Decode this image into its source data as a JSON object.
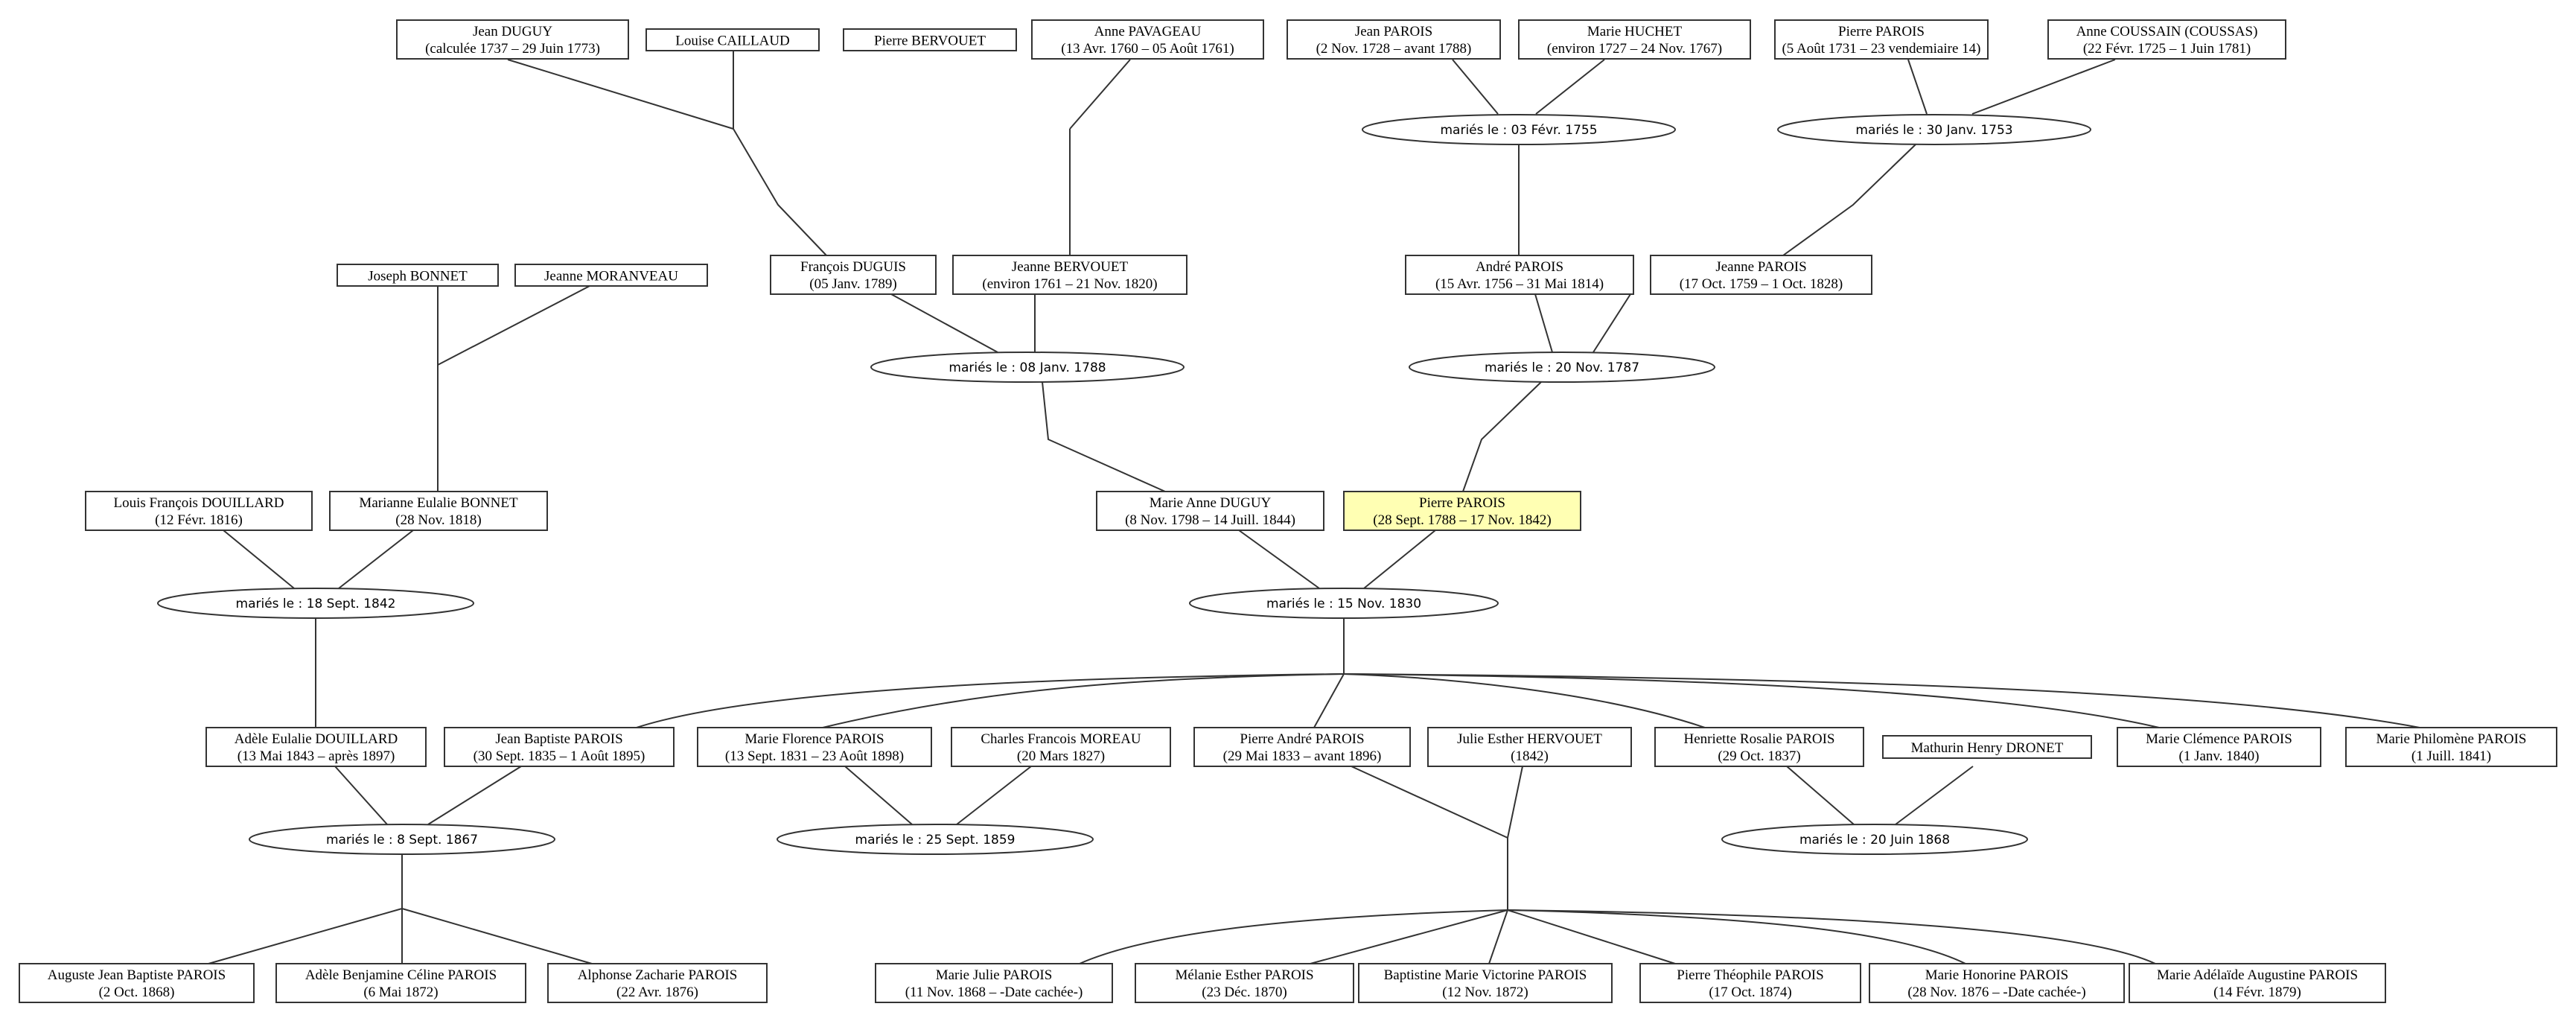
{
  "highlight_color": "#ffffb3",
  "people": {
    "jean_duguy": {
      "name": "Jean DUGUY",
      "dates": "(calculée 1737 – 29 Juin 1773)"
    },
    "louise_caillaud": {
      "name": "Louise CAILLAUD",
      "dates": ""
    },
    "pierre_bervouet": {
      "name": "Pierre BERVOUET",
      "dates": ""
    },
    "anne_pavageau": {
      "name": "Anne PAVAGEAU",
      "dates": "(13 Avr. 1760 – 05 Août 1761)"
    },
    "jean_parois": {
      "name": "Jean PAROIS",
      "dates": "(2 Nov. 1728 – avant 1788)"
    },
    "marie_huchet": {
      "name": "Marie HUCHET",
      "dates": "(environ 1727 – 24 Nov. 1767)"
    },
    "pierre_parois_1731": {
      "name": "Pierre PAROIS",
      "dates": "(5 Août 1731 – 23 vendemiaire 14)"
    },
    "anne_coussain": {
      "name": "Anne COUSSAIN (COUSSAS)",
      "dates": "(22 Févr. 1725 – 1 Juin 1781)"
    },
    "joseph_bonnet": {
      "name": "Joseph BONNET",
      "dates": ""
    },
    "jeanne_moranveau": {
      "name": "Jeanne MORANVEAU",
      "dates": ""
    },
    "francois_duguis": {
      "name": "François DUGUIS",
      "dates": "(05 Janv. 1789)"
    },
    "jeanne_bervouet": {
      "name": "Jeanne BERVOUET",
      "dates": "(environ 1761 – 21 Nov. 1820)"
    },
    "andre_parois": {
      "name": "André PAROIS",
      "dates": "(15 Avr. 1756 – 31 Mai 1814)"
    },
    "jeanne_parois": {
      "name": "Jeanne PAROIS",
      "dates": "(17 Oct. 1759 – 1 Oct. 1828)"
    },
    "louis_douillard": {
      "name": "Louis François DOUILLARD",
      "dates": "(12 Févr. 1816)"
    },
    "marianne_bonnet": {
      "name": "Marianne Eulalie BONNET",
      "dates": "(28 Nov. 1818)"
    },
    "marie_anne_duguy": {
      "name": "Marie Anne DUGUY",
      "dates": "(8 Nov. 1798 – 14 Juill. 1844)"
    },
    "pierre_parois_1788": {
      "name": "Pierre PAROIS",
      "dates": "(28 Sept. 1788 – 17 Nov. 1842)"
    },
    "adele_douillard": {
      "name": "Adèle Eulalie DOUILLARD",
      "dates": "(13 Mai 1843 – après 1897)"
    },
    "jean_baptiste_parois": {
      "name": "Jean Baptiste PAROIS",
      "dates": "(30 Sept. 1835 – 1 Août 1895)"
    },
    "marie_florence_parois": {
      "name": "Marie Florence PAROIS",
      "dates": "(13 Sept. 1831 – 23 Août 1898)"
    },
    "charles_moreau": {
      "name": "Charles Francois MOREAU",
      "dates": "(20 Mars 1827)"
    },
    "pierre_andre_parois": {
      "name": "Pierre André PAROIS",
      "dates": "(29 Mai 1833 – avant 1896)"
    },
    "julie_hervouet": {
      "name": "Julie Esther HERVOUET",
      "dates": "(1842)"
    },
    "henriette_parois": {
      "name": "Henriette Rosalie PAROIS",
      "dates": "(29 Oct. 1837)"
    },
    "mathurin_dronet": {
      "name": "Mathurin Henry DRONET",
      "dates": ""
    },
    "marie_clemence_parois": {
      "name": "Marie Clémence PAROIS",
      "dates": "(1 Janv. 1840)"
    },
    "marie_philomene_parois": {
      "name": "Marie Philomène PAROIS",
      "dates": "(1 Juill. 1841)"
    },
    "auguste_parois": {
      "name": "Auguste Jean Baptiste PAROIS",
      "dates": "(2 Oct. 1868)"
    },
    "adele_benjamine_parois": {
      "name": "Adèle Benjamine Céline PAROIS",
      "dates": "(6 Mai 1872)"
    },
    "alphonse_parois": {
      "name": "Alphonse Zacharie PAROIS",
      "dates": "(22 Avr. 1876)"
    },
    "marie_julie_parois": {
      "name": "Marie Julie PAROIS",
      "dates": "(11 Nov. 1868 – -Date cachée-)"
    },
    "melanie_parois": {
      "name": "Mélanie Esther PAROIS",
      "dates": "(23 Déc. 1870)"
    },
    "baptistine_parois": {
      "name": "Baptistine Marie Victorine PAROIS",
      "dates": "(12 Nov. 1872)"
    },
    "pierre_theophile_parois": {
      "name": "Pierre Théophile PAROIS",
      "dates": "(17 Oct. 1874)"
    },
    "marie_honorine_parois": {
      "name": "Marie Honorine PAROIS",
      "dates": "(28 Nov. 1876 – -Date cachée-)"
    },
    "marie_adelaide_parois": {
      "name": "Marie Adélaïde Augustine PAROIS",
      "dates": "(14 Févr. 1879)"
    }
  },
  "marriages": {
    "m_1755": "mariés le : 03 Févr. 1755",
    "m_1753": "mariés le : 30 Janv. 1753",
    "m_1788": "mariés le : 08 Janv. 1788",
    "m_1787": "mariés le : 20 Nov. 1787",
    "m_1842": "mariés le : 18 Sept. 1842",
    "m_1830": "mariés le : 15 Nov. 1830",
    "m_1867": "mariés le : 8 Sept. 1867",
    "m_1859": "mariés le : 25 Sept. 1859",
    "m_1868": "mariés le : 20 Juin 1868"
  }
}
